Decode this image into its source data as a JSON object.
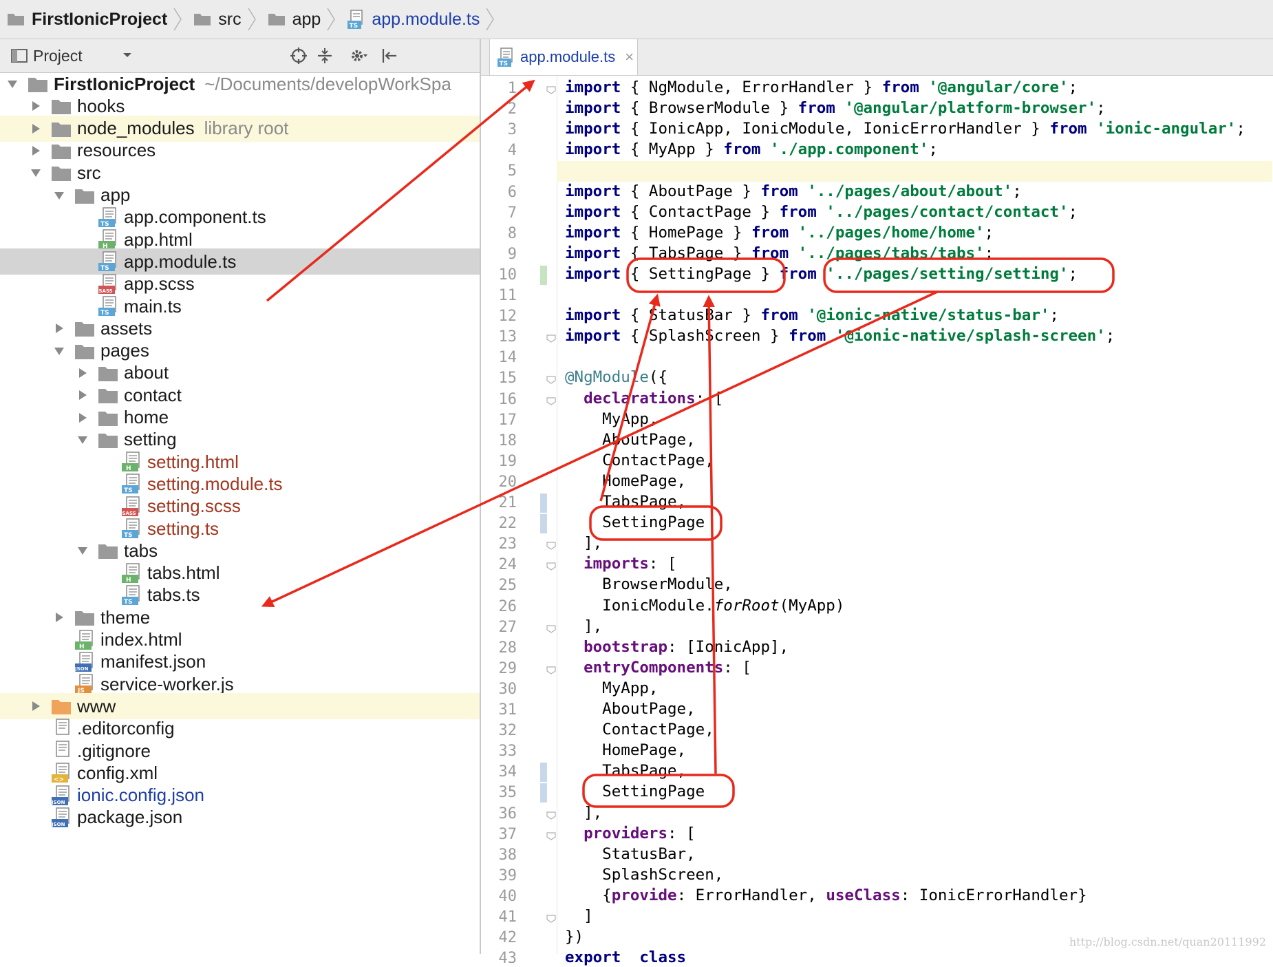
{
  "breadcrumb": [
    {
      "label": "FirstIonicProject"
    },
    {
      "label": "src"
    },
    {
      "label": "app"
    },
    {
      "label": "app.module.ts"
    }
  ],
  "project_panel": {
    "title": "Project",
    "tree": [
      {
        "name": "FirstIonicProject",
        "hint": "~/Documents/developWorkSpa",
        "type": "folder",
        "depth": 0,
        "expanded": true,
        "bold": true
      },
      {
        "name": "hooks",
        "type": "folder",
        "depth": 1,
        "expanded": false
      },
      {
        "name": "node_modules",
        "hint": "library root",
        "type": "folder",
        "depth": 1,
        "expanded": false,
        "highlight": true
      },
      {
        "name": "resources",
        "type": "folder",
        "depth": 1,
        "expanded": false
      },
      {
        "name": "src",
        "type": "folder",
        "depth": 1,
        "expanded": true
      },
      {
        "name": "app",
        "type": "folder",
        "depth": 2,
        "expanded": true
      },
      {
        "name": "app.component.ts",
        "type": "ts",
        "depth": 3
      },
      {
        "name": "app.html",
        "type": "html",
        "depth": 3
      },
      {
        "name": "app.module.ts",
        "type": "ts",
        "depth": 3,
        "selected": true
      },
      {
        "name": "app.scss",
        "type": "sass",
        "depth": 3
      },
      {
        "name": "main.ts",
        "type": "ts",
        "depth": 3
      },
      {
        "name": "assets",
        "type": "folder",
        "depth": 2,
        "expanded": false
      },
      {
        "name": "pages",
        "type": "folder",
        "depth": 2,
        "expanded": true
      },
      {
        "name": "about",
        "type": "folder",
        "depth": 3,
        "expanded": false
      },
      {
        "name": "contact",
        "type": "folder",
        "depth": 3,
        "expanded": false
      },
      {
        "name": "home",
        "type": "folder",
        "depth": 3,
        "expanded": false
      },
      {
        "name": "setting",
        "type": "folder",
        "depth": 3,
        "expanded": true
      },
      {
        "name": "setting.html",
        "type": "html",
        "depth": 4,
        "color": "red"
      },
      {
        "name": "setting.module.ts",
        "type": "ts",
        "depth": 4,
        "color": "red"
      },
      {
        "name": "setting.scss",
        "type": "sass",
        "depth": 4,
        "color": "red"
      },
      {
        "name": "setting.ts",
        "type": "ts",
        "depth": 4,
        "color": "red"
      },
      {
        "name": "tabs",
        "type": "folder",
        "depth": 3,
        "expanded": true
      },
      {
        "name": "tabs.html",
        "type": "html",
        "depth": 4
      },
      {
        "name": "tabs.ts",
        "type": "ts",
        "depth": 4
      },
      {
        "name": "theme",
        "type": "folder",
        "depth": 2,
        "expanded": false
      },
      {
        "name": "index.html",
        "type": "html",
        "depth": 2
      },
      {
        "name": "manifest.json",
        "type": "json",
        "depth": 2
      },
      {
        "name": "service-worker.js",
        "type": "js",
        "depth": 2
      },
      {
        "name": "www",
        "type": "folder-orange",
        "depth": 1,
        "expanded": false,
        "highlight": true
      },
      {
        "name": ".editorconfig",
        "type": "text",
        "depth": 1
      },
      {
        "name": ".gitignore",
        "type": "text",
        "depth": 1
      },
      {
        "name": "config.xml",
        "type": "xml",
        "depth": 1
      },
      {
        "name": "ionic.config.json",
        "type": "json",
        "depth": 1,
        "color": "blue"
      },
      {
        "name": "package.json",
        "type": "json",
        "depth": 1
      }
    ]
  },
  "editor": {
    "tab_label": "app.module.ts",
    "close_glyph": "×",
    "current_line": 5,
    "lines": [
      [
        [
          "kw",
          "import"
        ],
        [
          "",
          "{ NgModule, ErrorHandler } "
        ],
        [
          "kw",
          "from"
        ],
        [
          "",
          ""
        ],
        [
          "str",
          " '@angular/core'"
        ],
        [
          "",
          ";"
        ]
      ],
      [
        [
          "kw",
          "import"
        ],
        [
          "",
          "{ BrowserModule } "
        ],
        [
          "kw",
          "from"
        ],
        [
          "str",
          " '@angular/platform-browser'"
        ],
        [
          "",
          ";"
        ]
      ],
      [
        [
          "kw",
          "import"
        ],
        [
          "",
          "{ IonicApp, IonicModule, IonicErrorHandler } "
        ],
        [
          "kw",
          "from"
        ],
        [
          "str",
          " 'ionic-angular'"
        ],
        [
          "",
          ";"
        ]
      ],
      [
        [
          "kw",
          "import"
        ],
        [
          "",
          "{ MyApp } "
        ],
        [
          "kw",
          "from"
        ],
        [
          "str",
          " './app.component'"
        ],
        [
          "",
          ";"
        ]
      ],
      [],
      [
        [
          "kw",
          "import"
        ],
        [
          "",
          "{ AboutPage } "
        ],
        [
          "kw",
          "from"
        ],
        [
          "str",
          " '../pages/about/about'"
        ],
        [
          "",
          ";"
        ]
      ],
      [
        [
          "kw",
          "import"
        ],
        [
          "",
          "{ ContactPage } "
        ],
        [
          "kw",
          "from"
        ],
        [
          "str",
          " '../pages/contact/contact'"
        ],
        [
          "",
          ";"
        ]
      ],
      [
        [
          "kw",
          "import"
        ],
        [
          "",
          "{ HomePage } "
        ],
        [
          "kw",
          "from"
        ],
        [
          "str",
          " '../pages/home/home'"
        ],
        [
          "",
          ";"
        ]
      ],
      [
        [
          "kw",
          "import"
        ],
        [
          "",
          "{ TabsPage } "
        ],
        [
          "kw",
          "from"
        ],
        [
          "str",
          " '../pages/tabs/tabs'"
        ],
        [
          "",
          ";"
        ]
      ],
      [
        [
          "kw",
          "import"
        ],
        [
          "",
          "{ SettingPage } "
        ],
        [
          "kw",
          "from"
        ],
        [
          "str",
          " '../pages/setting/setting'"
        ],
        [
          "",
          ";"
        ]
      ],
      [],
      [
        [
          "kw",
          "import"
        ],
        [
          "",
          "{ StatusBar } "
        ],
        [
          "kw",
          "from"
        ],
        [
          "str",
          " '@ionic-native/status-bar'"
        ],
        [
          "",
          ";"
        ]
      ],
      [
        [
          "kw",
          "import"
        ],
        [
          "",
          "{ SplashScreen } "
        ],
        [
          "kw",
          "from"
        ],
        [
          "str",
          " '@ionic-native/splash-screen'"
        ],
        [
          "",
          ";"
        ]
      ],
      [],
      [
        [
          "dec",
          "@NgModule"
        ],
        [
          "",
          "({"
        ]
      ],
      [
        [
          "",
          "  "
        ],
        [
          "prop",
          "declarations"
        ],
        [
          "",
          ": ["
        ]
      ],
      [
        [
          "",
          "    MyApp,"
        ]
      ],
      [
        [
          "",
          "    AboutPage,"
        ]
      ],
      [
        [
          "",
          "    ContactPage,"
        ]
      ],
      [
        [
          "",
          "    HomePage,"
        ]
      ],
      [
        [
          "",
          "    TabsPage,"
        ]
      ],
      [
        [
          "",
          "    SettingPage"
        ]
      ],
      [
        [
          "",
          "  ],"
        ]
      ],
      [
        [
          "",
          "  "
        ],
        [
          "prop",
          "imports"
        ],
        [
          "",
          ": ["
        ]
      ],
      [
        [
          "",
          "    BrowserModule,"
        ]
      ],
      [
        [
          "",
          "    IonicModule."
        ],
        [
          "ital",
          "forRoot"
        ],
        [
          "",
          "(MyApp)"
        ]
      ],
      [
        [
          "",
          "  ],"
        ]
      ],
      [
        [
          "",
          "  "
        ],
        [
          "prop",
          "bootstrap"
        ],
        [
          "",
          ": [IonicApp],"
        ]
      ],
      [
        [
          "",
          "  "
        ],
        [
          "prop",
          "entryComponents"
        ],
        [
          "",
          ": ["
        ]
      ],
      [
        [
          "",
          "    MyApp,"
        ]
      ],
      [
        [
          "",
          "    AboutPage,"
        ]
      ],
      [
        [
          "",
          "    ContactPage,"
        ]
      ],
      [
        [
          "",
          "    HomePage,"
        ]
      ],
      [
        [
          "",
          "    TabsPage,"
        ]
      ],
      [
        [
          "",
          "    SettingPage"
        ]
      ],
      [
        [
          "",
          "  ],"
        ]
      ],
      [
        [
          "",
          "  "
        ],
        [
          "prop",
          "providers"
        ],
        [
          "",
          ": ["
        ]
      ],
      [
        [
          "",
          "    StatusBar,"
        ]
      ],
      [
        [
          "",
          "    SplashScreen,"
        ]
      ],
      [
        [
          "",
          "    {"
        ],
        [
          "prop",
          "provide"
        ],
        [
          "",
          ": ErrorHandler, "
        ],
        [
          "prop",
          "useClass"
        ],
        [
          "",
          ": IonicErrorHandler}"
        ]
      ],
      [
        [
          "",
          "  ]"
        ]
      ],
      [
        [
          "",
          "})"
        ]
      ],
      [
        [
          "kw",
          "export"
        ],
        [
          "",
          ""
        ],
        [
          "kw",
          " class"
        ],
        [
          "",
          ""
        ],
        [
          "",
          ""
        ],
        [
          "",
          ""
        ],
        [
          "",
          ""
        ],
        [
          "",
          ""
        ],
        [
          "",
          ""
        ],
        [
          "",
          ""
        ],
        [
          "",
          ""
        ],
        [
          "",
          ""
        ],
        [
          "",
          ""
        ],
        [
          "",
          ""
        ],
        [
          "",
          ""
        ],
        [
          "",
          ""
        ],
        [
          "",
          ""
        ],
        [
          "",
          ""
        ],
        [
          "",
          ""
        ],
        [
          "",
          ""
        ],
        [
          "",
          ""
        ],
        [
          "",
          ""
        ],
        [
          "",
          ""
        ],
        [
          "",
          ""
        ],
        [
          "",
          ""
        ],
        [
          "",
          ""
        ],
        [
          "",
          ""
        ],
        [
          "",
          ""
        ],
        [
          "",
          ""
        ],
        [
          "",
          ""
        ],
        [
          "",
          ""
        ],
        [
          "",
          ""
        ],
        [
          "",
          ""
        ],
        [
          "",
          ""
        ],
        [
          "",
          ""
        ],
        [
          "",
          ""
        ],
        [
          "",
          ""
        ],
        [
          "",
          ""
        ],
        [
          "",
          ""
        ],
        [
          "",
          ""
        ],
        [
          "",
          ""
        ],
        [
          "",
          ""
        ],
        [
          "",
          ""
        ],
        [
          "",
          ""
        ],
        [
          "",
          ""
        ],
        [
          "",
          ""
        ],
        [
          "",
          ""
        ],
        [
          "",
          ""
        ],
        [
          "",
          ""
        ],
        [
          "",
          ""
        ],
        [
          "",
          ""
        ]
      ]
    ]
  },
  "annotation_color": "#e8291c",
  "watermark": "http://blog.csdn.net/quan20111992"
}
